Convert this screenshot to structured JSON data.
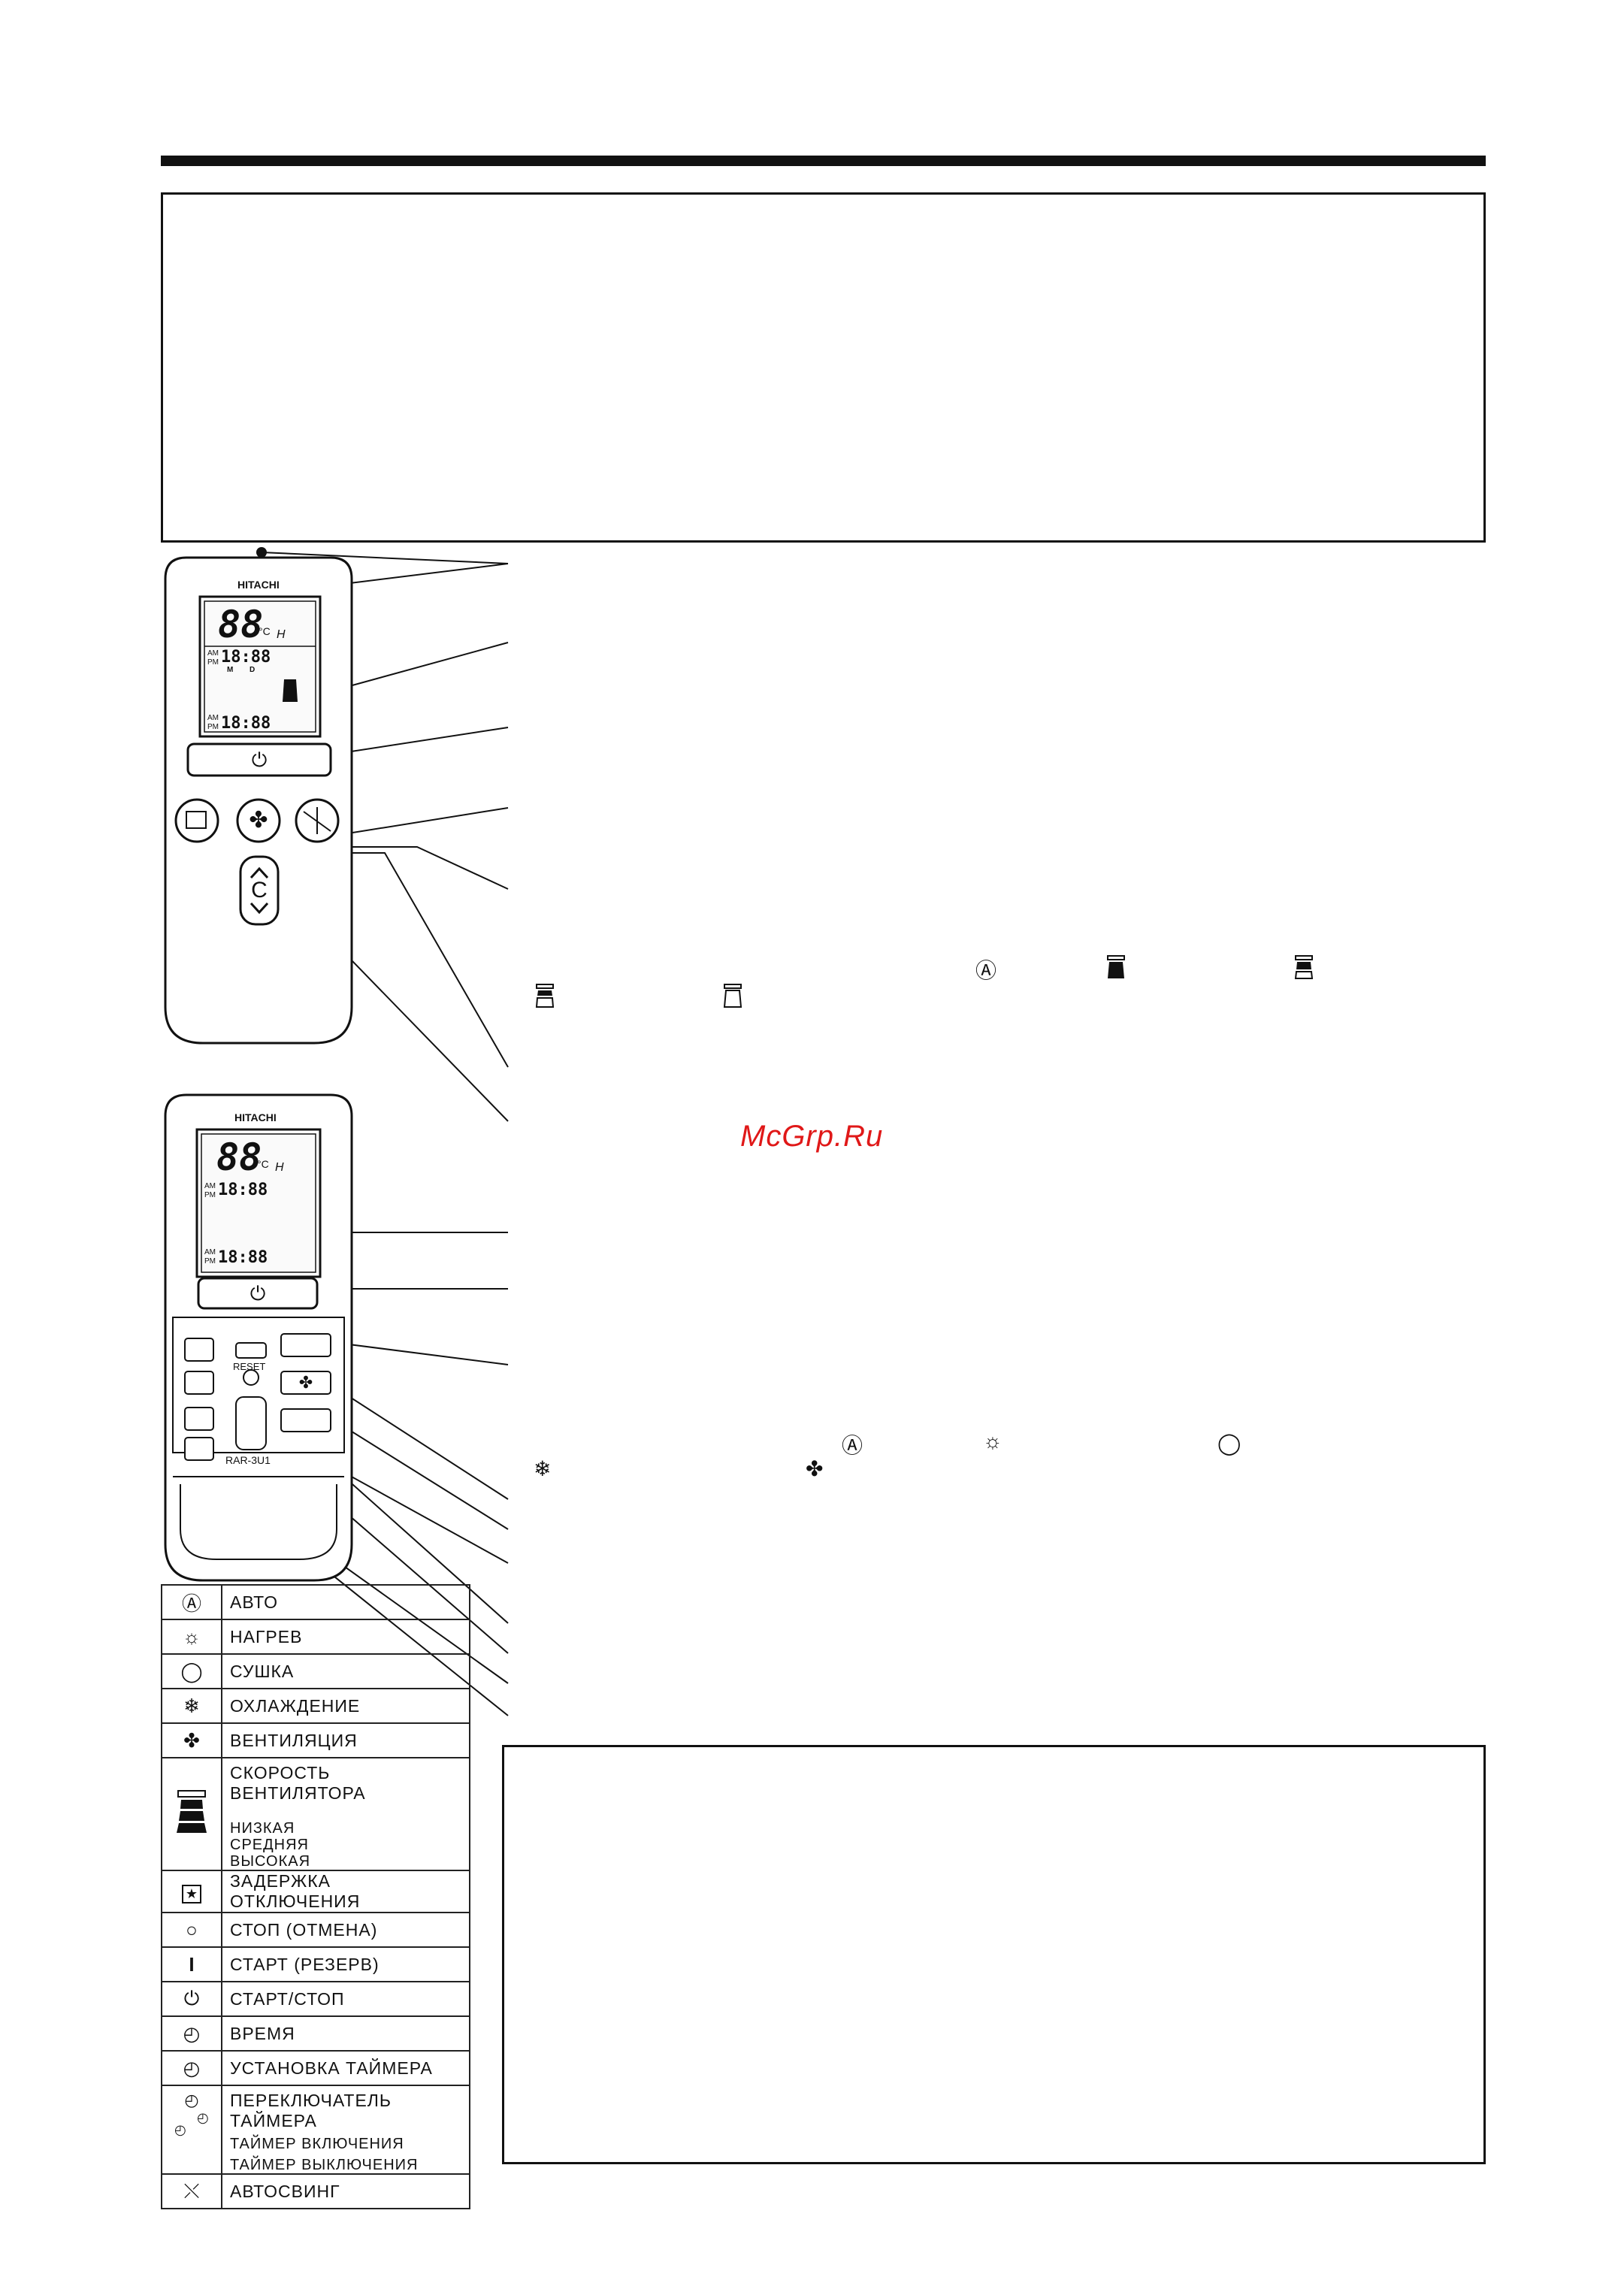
{
  "watermark": "McGrp.Ru",
  "remote_top": {
    "brand": "HITACHI",
    "lcd_temp": "88",
    "lcd_unit": "°C",
    "lcd_h": "H",
    "lcd_time1": "18:88",
    "lcd_time2": "18:88",
    "lcd_am": "AM",
    "lcd_pm": "PM",
    "lcd_m": "M",
    "lcd_d": "D",
    "power_symbol": "⏻",
    "temp_button_label": "C"
  },
  "remote_bottom": {
    "brand": "HITACHI",
    "lcd_temp": "88",
    "lcd_unit": "°C",
    "lcd_h": "H",
    "lcd_time1": "18:88",
    "lcd_time2": "18:88",
    "lcd_am": "AM",
    "lcd_pm": "PM",
    "power_symbol": "⏻",
    "reset_label": "RESET",
    "model_label": "RAR-3U1"
  },
  "legend": [
    {
      "icon": "Ⓐ",
      "icon_name": "auto-icon",
      "label": "АВТО"
    },
    {
      "icon": "☼",
      "icon_name": "heat-icon",
      "label": "НАГРЕВ"
    },
    {
      "icon": "◯",
      "icon_name": "dry-icon",
      "label": "СУШКА"
    },
    {
      "icon": "❄",
      "icon_name": "cool-icon",
      "label": "ОХЛАЖДЕНИЕ"
    },
    {
      "icon": "✤",
      "icon_name": "fan-icon",
      "label": "ВЕНТИЛЯЦИЯ"
    },
    {
      "icon": "",
      "icon_name": "fan-speed-icon",
      "label": "СКОРОСТЬ ВЕНТИЛЯТОРА",
      "sub": [
        "НИЗКАЯ",
        "СРЕДНЯЯ",
        "ВЫСОКАЯ"
      ]
    },
    {
      "icon": "★",
      "icon_name": "off-delay-icon",
      "label": "ЗАДЕРЖКА ОТКЛЮЧЕНИЯ"
    },
    {
      "icon": "○",
      "icon_name": "stop-icon",
      "label": "СТОП (ОТМЕНА)"
    },
    {
      "icon": "I",
      "icon_name": "start-icon",
      "label": "СТАРТ (РЕЗЕРВ)"
    },
    {
      "icon": "⏻",
      "icon_name": "power-icon",
      "label": "СТАРТ/СТОП"
    },
    {
      "icon": "◴",
      "icon_name": "clock-icon",
      "label": "ВРЕМЯ"
    },
    {
      "icon": "◴",
      "icon_name": "timer-set-icon",
      "label": "УСТАНОВКА ТАЙМЕРА"
    },
    {
      "icon": "◴",
      "icon_name": "timer-switch-icon",
      "label": "ПЕРЕКЛЮЧАТЕЛЬ ТАЙМЕРА",
      "sub": [
        "ТАЙМЕР ВКЛЮЧЕНИЯ",
        "ТАЙМЕР ВЫКЛЮЧЕНИЯ"
      ]
    },
    {
      "icon": "⤬",
      "icon_name": "auto-swing-icon",
      "label": "АВТОСВИНГ"
    }
  ],
  "inline_icons_top": {
    "auto": "Ⓐ"
  },
  "inline_icons_bottom": {
    "auto": "Ⓐ",
    "heat": "☼",
    "dry": "◯",
    "cool": "❄",
    "fan": "✤"
  }
}
